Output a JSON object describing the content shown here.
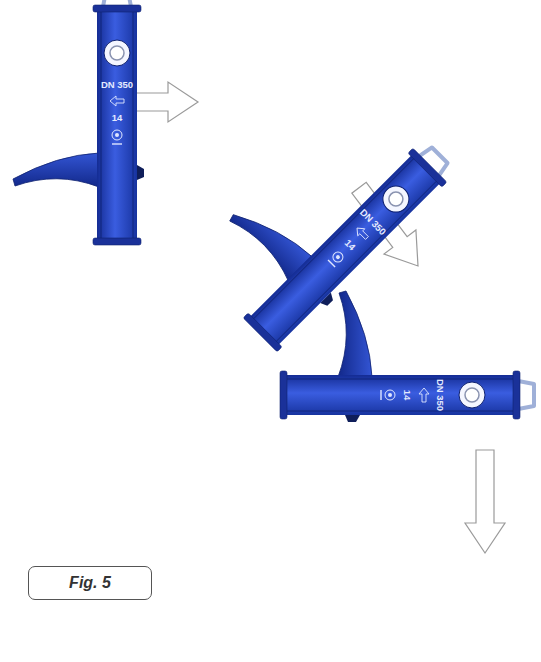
{
  "diagram": {
    "caption": "Fig. 5",
    "labels": [
      "DN 350",
      "14",
      "DN 350",
      "14",
      "DN 350",
      "14"
    ]
  }
}
